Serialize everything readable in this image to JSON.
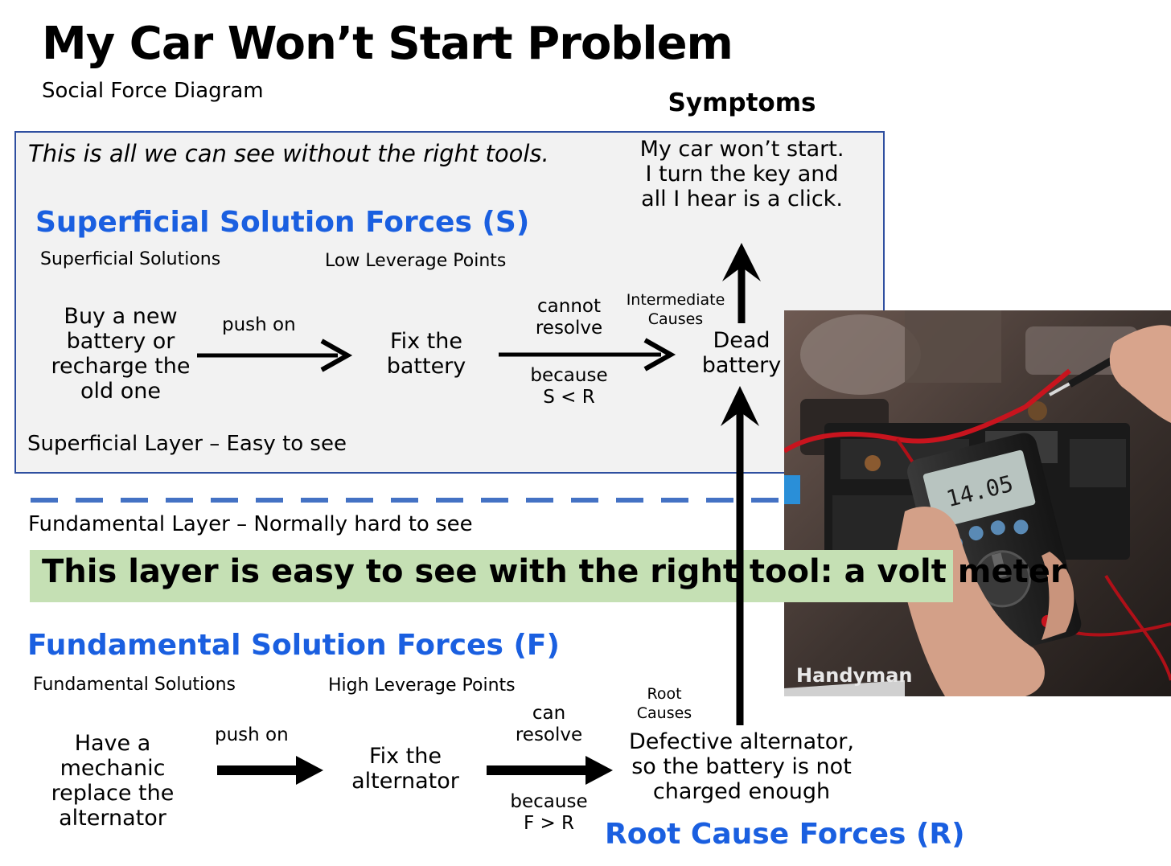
{
  "title": "My Car Won’t Start Problem",
  "subtitle": "Social Force Diagram",
  "symptoms": {
    "heading": "Symptoms",
    "text": "My car won’t start. I turn the key and all I hear is a click."
  },
  "superficial": {
    "note": "This is all we can see without the right tools.",
    "heading": "Superficial Solution Forces (S)",
    "solutions_label": "Superficial Solutions",
    "leverage_label": "Low Leverage Points",
    "solution": "Buy a new battery or recharge the old one",
    "push_label": "push on",
    "leverage_point": "Fix the battery",
    "resolve_label": "cannot resolve",
    "because_label": "because S < R",
    "intermediate_label": "Intermediate Causes",
    "intermediate_cause": "Dead battery",
    "layer_label": "Superficial Layer – Easy to see"
  },
  "fundamental": {
    "layer_label": "Fundamental Layer – Normally hard to see",
    "banner": "This layer is easy to see with the right tool: a volt meter",
    "heading": "Fundamental Solution Forces (F)",
    "solutions_label": "Fundamental Solutions",
    "leverage_label": "High Leverage Points",
    "solution": "Have a mechanic replace the alternator",
    "push_label": "push on",
    "leverage_point": "Fix the alternator",
    "resolve_label": "can resolve",
    "because_label": "because F > R",
    "root_label": "Root Causes",
    "root_cause": "Defective alternator, so the battery is not charged enough",
    "root_heading": "Root Cause Forces (R)"
  },
  "photo": {
    "meter_reading": "14.05",
    "watermark": "Handyman"
  },
  "colors": {
    "heading_blue": "#1a5fe0",
    "box_border": "#2f4fa0",
    "box_fill": "#f2f2f2",
    "banner_green": "#c5e0b4",
    "dash_blue": "#4472c4"
  }
}
